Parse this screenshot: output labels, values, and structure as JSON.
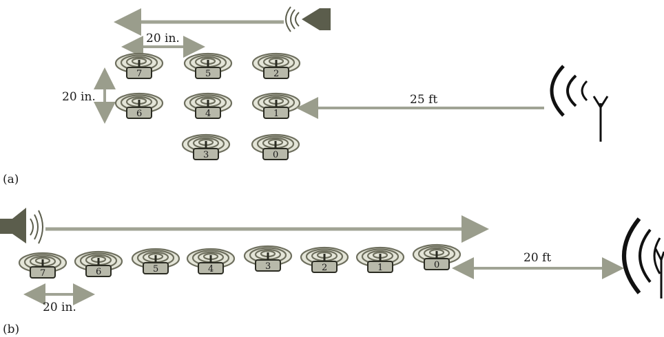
{
  "panel_a": {
    "label": "(a)",
    "spacing_horizontal": "20 in.",
    "spacing_vertical": "20 in.",
    "distance": "25 ft",
    "nodes": [
      "7",
      "5",
      "2",
      "6",
      "4",
      "1",
      "3",
      "0"
    ]
  },
  "panel_b": {
    "label": "(b)",
    "spacing": "20 in.",
    "distance": "20 ft",
    "nodes": [
      "7",
      "6",
      "5",
      "4",
      "3",
      "2",
      "1",
      "0"
    ]
  },
  "colors": {
    "arrow": "#a0a394",
    "coil": "#6e6f5e",
    "coil_fill": "#e4e5d8",
    "tag": "#7b7c6c",
    "speaker": "#5b5d4c",
    "antenna": "#111111"
  },
  "icons": [
    "speaker-icon",
    "antenna-icon",
    "coil-node-icon"
  ]
}
